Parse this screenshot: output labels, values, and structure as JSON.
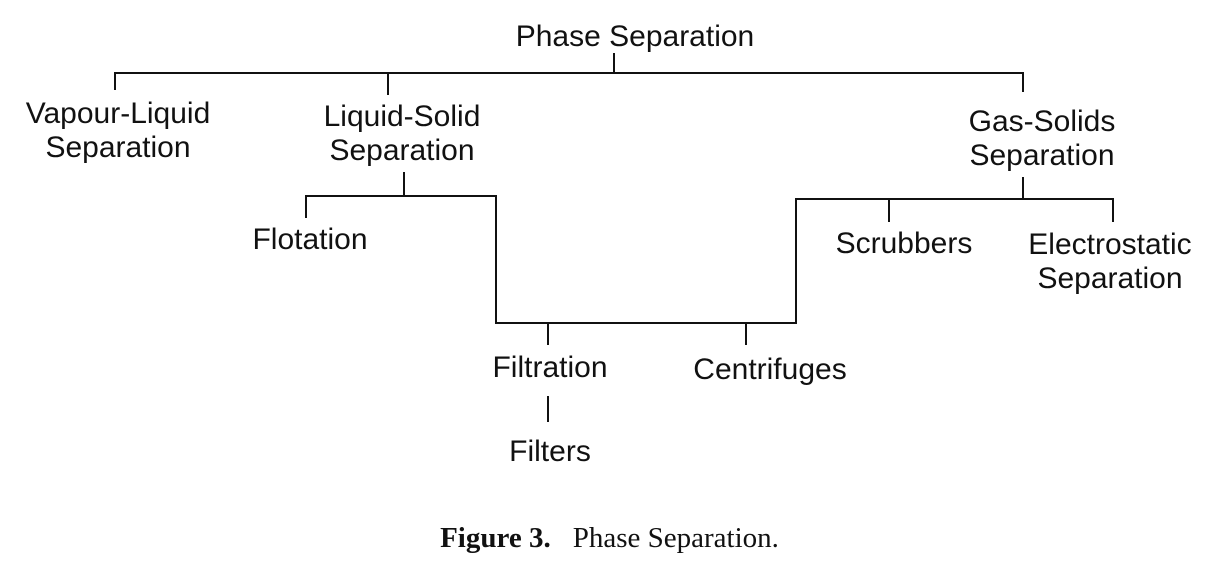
{
  "diagram": {
    "nodes": {
      "root": [
        "Phase Separation"
      ],
      "vapour_liquid": [
        "Vapour-Liquid",
        "Separation"
      ],
      "liquid_solid": [
        "Liquid-Solid",
        "Separation"
      ],
      "gas_solids": [
        "Gas-Solids",
        "Separation"
      ],
      "flotation": [
        "Flotation"
      ],
      "filtration": [
        "Filtration"
      ],
      "centrifuges": [
        "Centrifuges"
      ],
      "filters": [
        "Filters"
      ],
      "scrubbers": [
        "Scrubbers"
      ],
      "electrostatic": [
        "Electrostatic",
        "Separation"
      ]
    },
    "edges": [
      [
        "root",
        "vapour_liquid"
      ],
      [
        "root",
        "liquid_solid"
      ],
      [
        "root",
        "gas_solids"
      ],
      [
        "liquid_solid",
        "flotation"
      ],
      [
        "liquid_solid",
        "filtration"
      ],
      [
        "liquid_solid",
        "centrifuges"
      ],
      [
        "gas_solids",
        "centrifuges"
      ],
      [
        "gas_solids",
        "scrubbers"
      ],
      [
        "gas_solids",
        "electrostatic"
      ],
      [
        "filtration",
        "filters"
      ]
    ]
  },
  "caption": {
    "number": "Figure 3.",
    "text": "Phase Separation."
  }
}
